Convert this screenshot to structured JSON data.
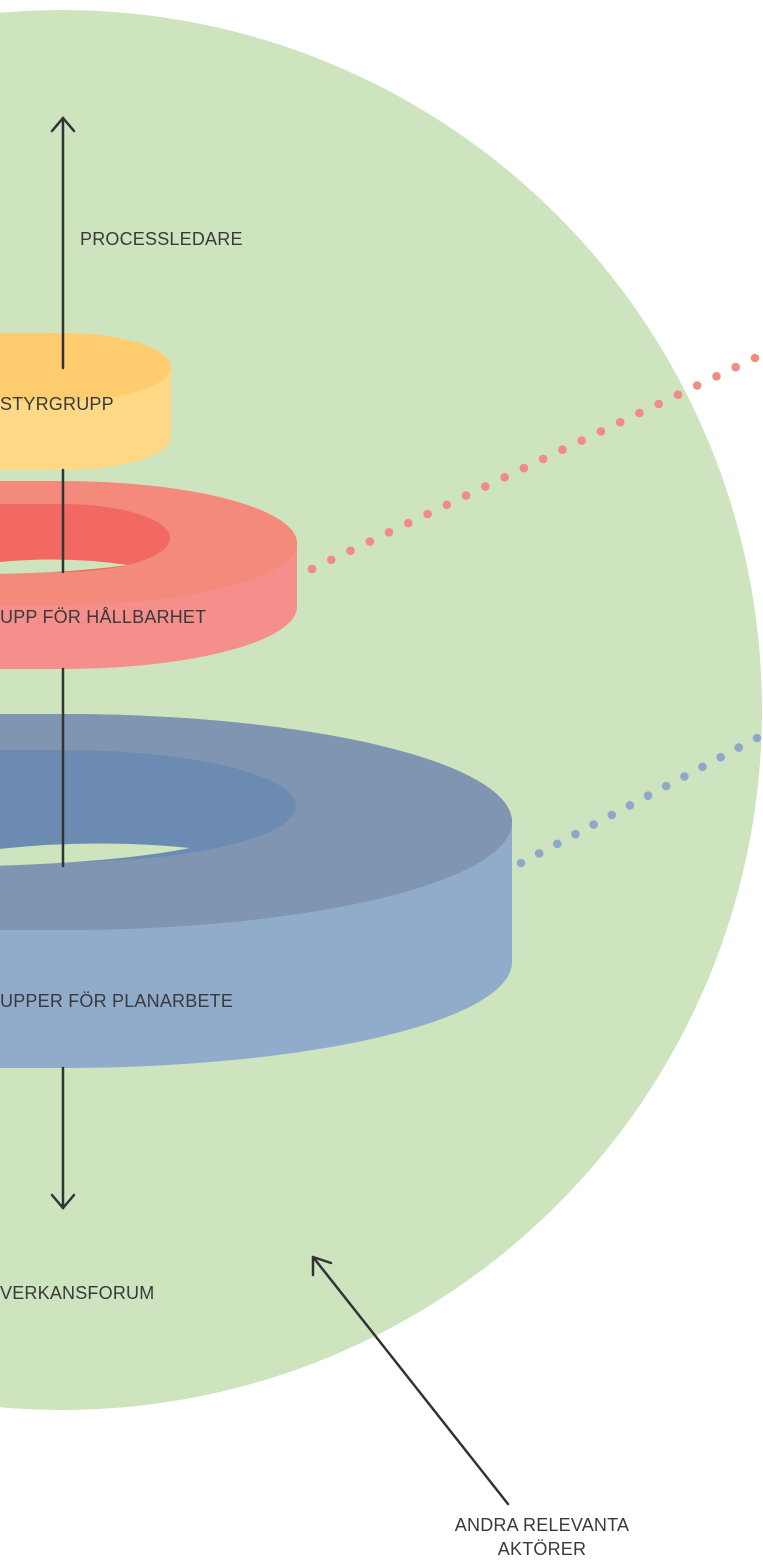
{
  "labels": {
    "processledare": "PROCESSLEDARE",
    "styrgrupp": "STYRGRUPP",
    "hallbarhet": "UPP FÖR HÅLLBARHET",
    "planarbete": "UPPER FÖR PLANARBETE",
    "samverkansforum": "VERKANSFORUM",
    "andra_line1": "ANDRA RELEVANTA",
    "andra_line2": "AKTÖRER"
  },
  "colors": {
    "sphere": "#cde4bf",
    "yellow_top": "#ffcc70",
    "yellow_side": "#ffd985",
    "red_top": "#f38a7b",
    "red_inner": "#f26862",
    "red_side": "#f48f8c",
    "blue_top": "#8095b2",
    "blue_inner": "#6b8bb2",
    "blue_side": "#91abcb",
    "red_dots": "#f28b83",
    "blue_dots": "#8fa7c8",
    "arrow": "#333333"
  }
}
